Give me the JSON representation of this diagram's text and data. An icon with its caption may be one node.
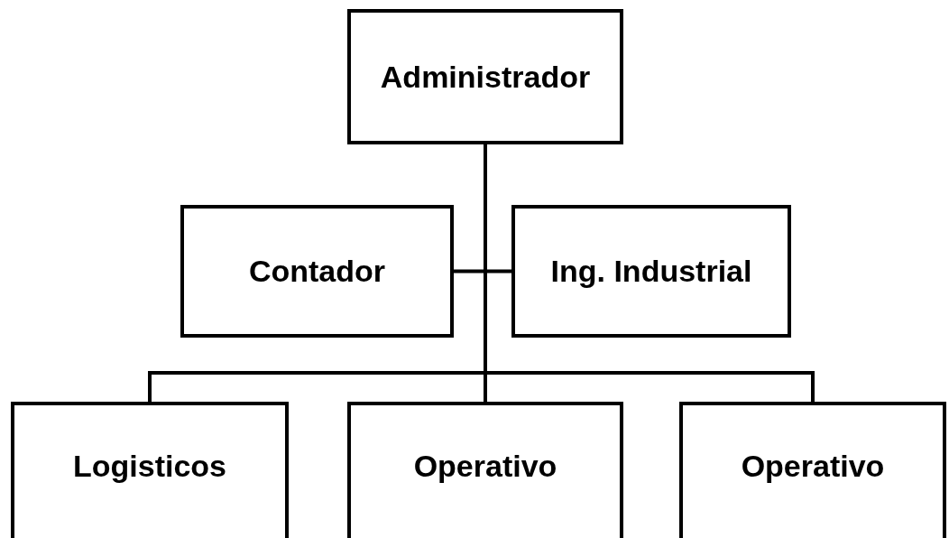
{
  "diagram": {
    "nodes": [
      {
        "text": [
          "Administrador"
        ]
      },
      {
        "text": [
          "Contador"
        ]
      },
      {
        "text": [
          "Ing. Industrial"
        ]
      },
      {
        "text": [
          "Logisticos"
        ]
      },
      {
        "text": [
          "Operativo"
        ]
      },
      {
        "text": [
          "Operativo"
        ]
      }
    ],
    "edges": [
      {
        "from": 0,
        "to": 1,
        "arrow": "none"
      },
      {
        "from": 0,
        "to": 2,
        "arrow": "none"
      },
      {
        "from": 0,
        "to": 3,
        "arrow": "none"
      },
      {
        "from": 0,
        "to": 4,
        "arrow": "none"
      },
      {
        "from": 0,
        "to": 5,
        "arrow": "none"
      }
    ]
  }
}
